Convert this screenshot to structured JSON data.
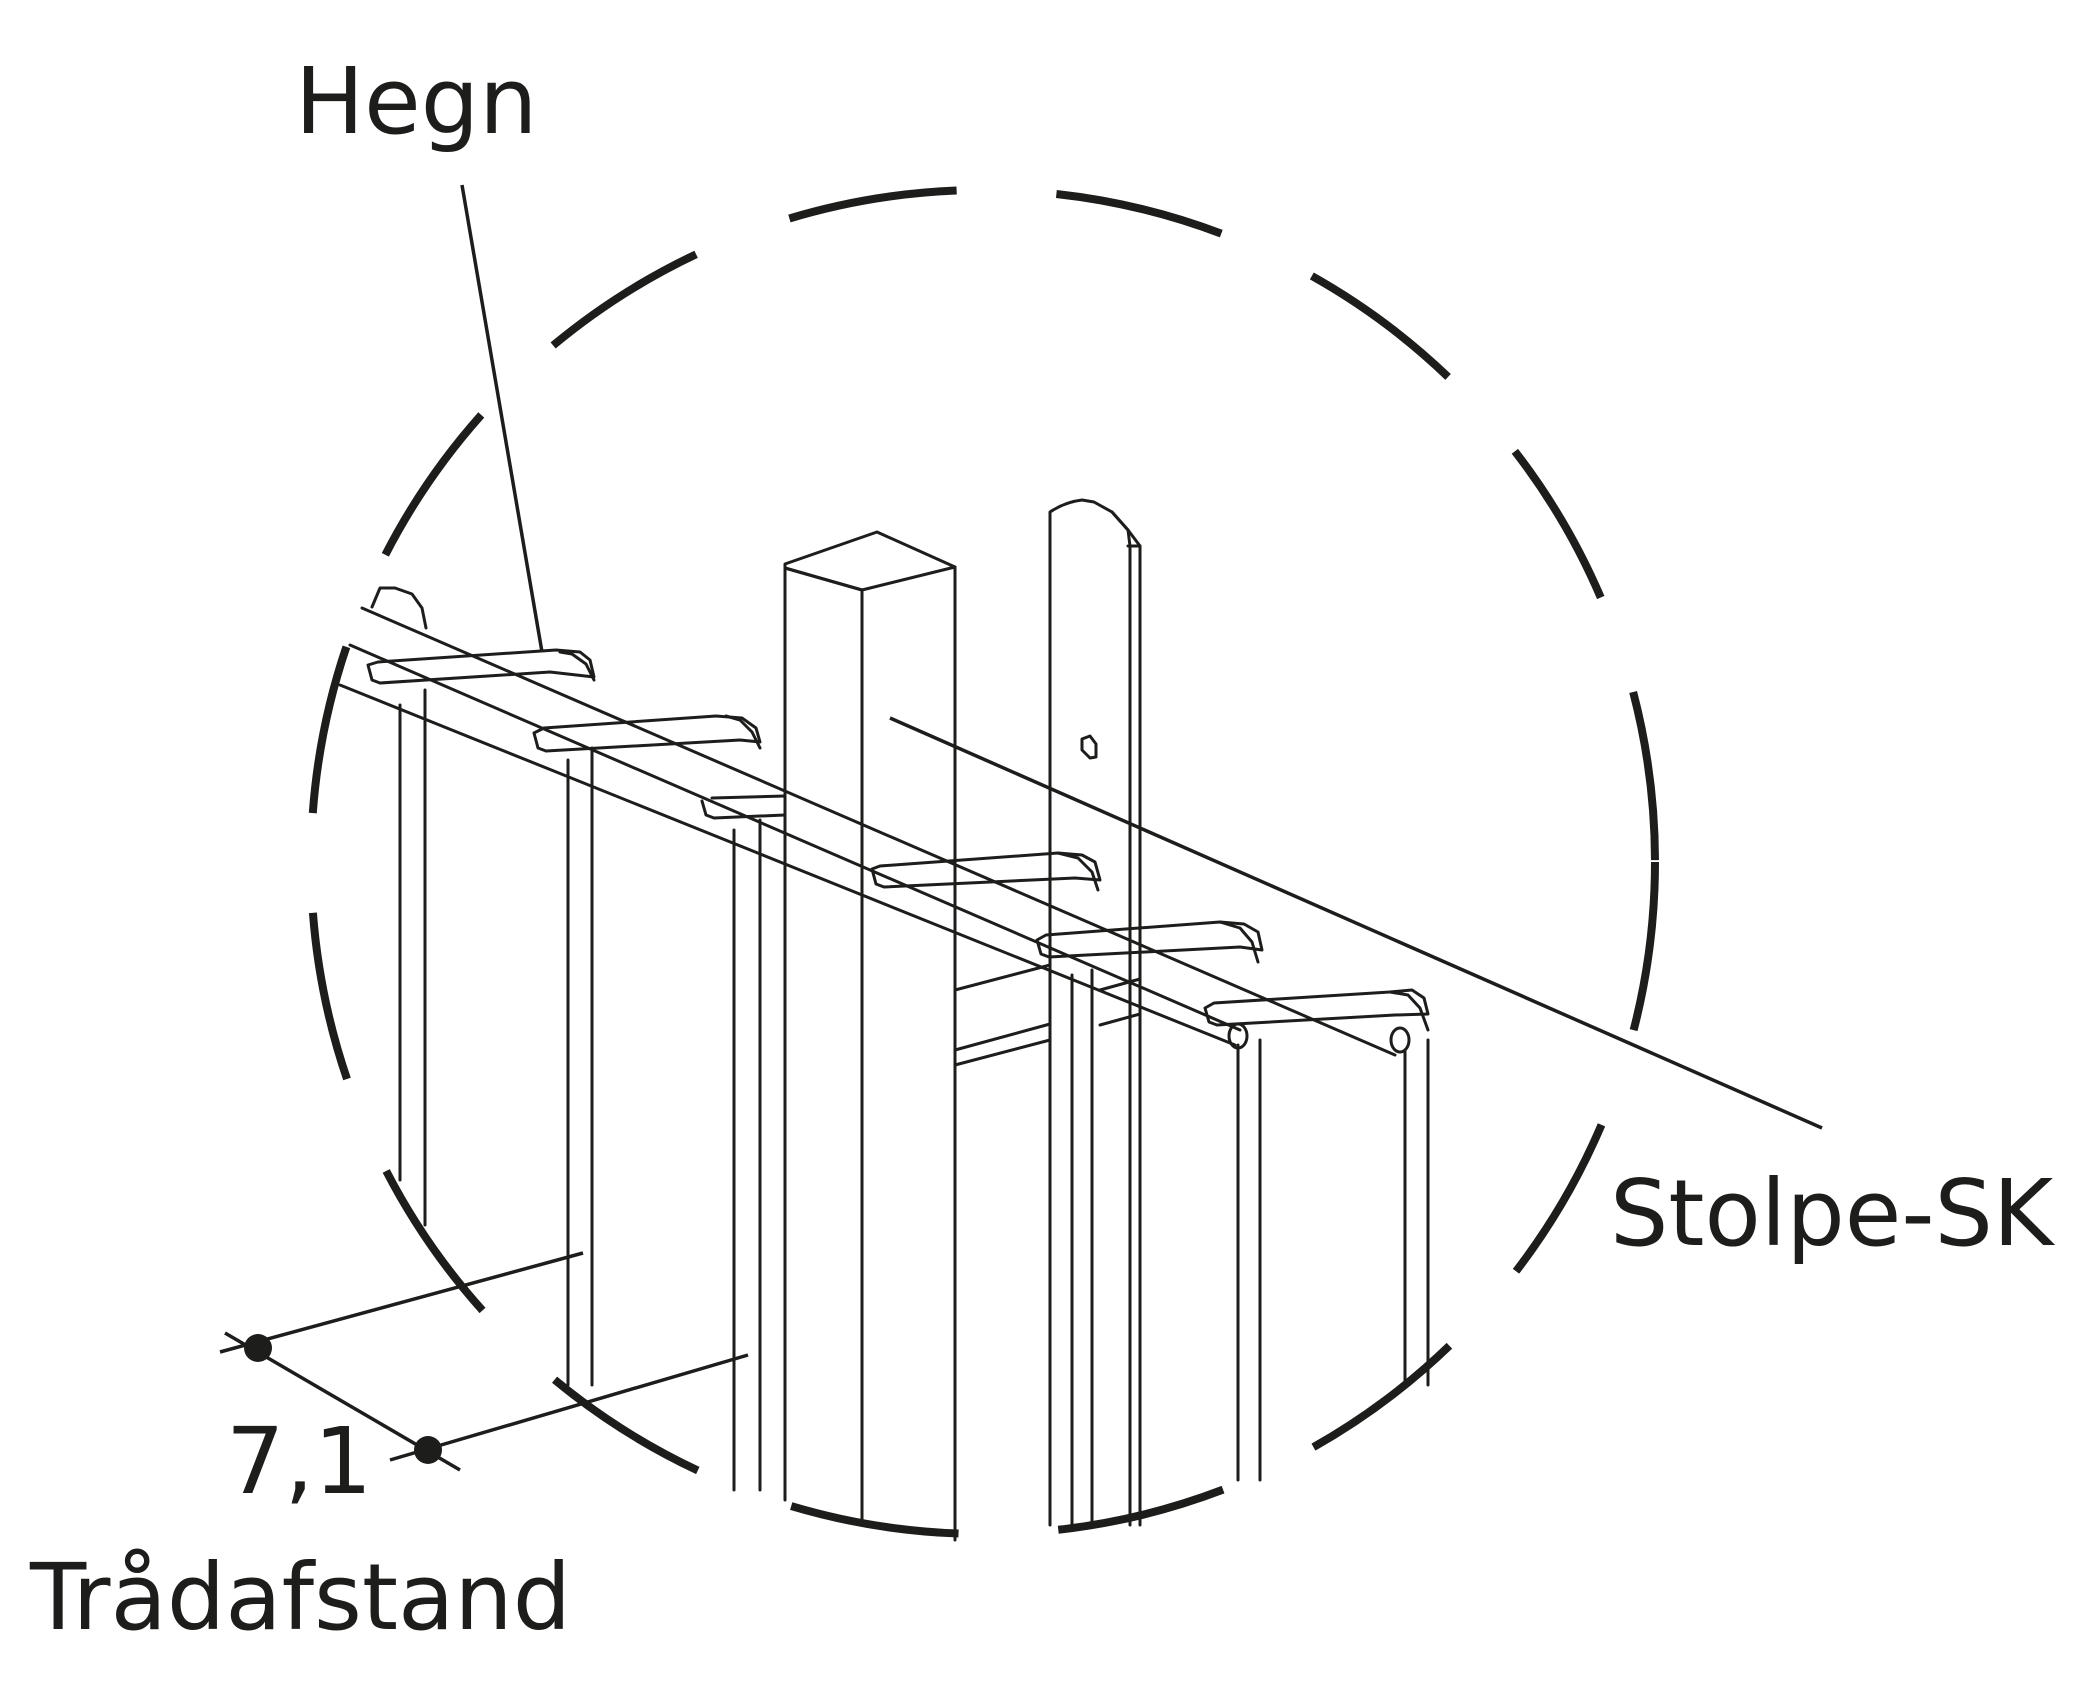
{
  "labels": {
    "fence": "Hegn",
    "post": "Stolpe-SK",
    "distance_value": "7,1",
    "distance_name": "Trådafstand"
  },
  "colors": {
    "ink": "#1d1d1b",
    "background": "#ffffff"
  }
}
